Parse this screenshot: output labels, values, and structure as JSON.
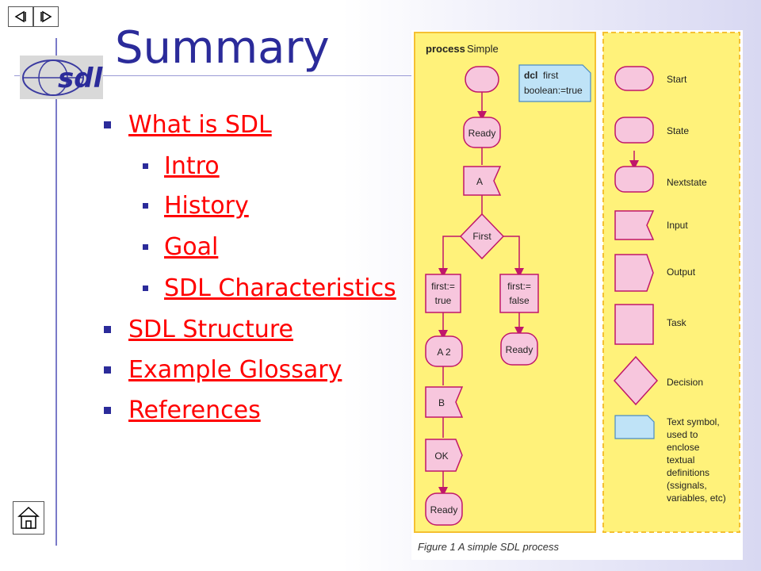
{
  "slide": {
    "title": "Summary",
    "logo_text": "sdl"
  },
  "nav": {
    "prev_icon": "arrow-left-icon",
    "next_icon": "arrow-right-icon",
    "home_icon": "home-icon"
  },
  "summary_items": [
    {
      "label": "What is SDL",
      "level": 1
    },
    {
      "label": "Intro",
      "level": 2
    },
    {
      "label": "History",
      "level": 2
    },
    {
      "label": "Goal",
      "level": 2
    },
    {
      "label": "SDL Characteristics",
      "level": 2
    },
    {
      "label": "SDL Structure",
      "level": 1
    },
    {
      "label": "Example Glossary",
      "level": 1
    },
    {
      "label": "References",
      "level": 1
    }
  ],
  "figure": {
    "process_keyword": "process",
    "process_name": "Simple",
    "dcl_keyword": "dcl",
    "dcl_var": "first",
    "dcl_type": "boolean:=true",
    "flow": {
      "ready": "Ready",
      "input_a": "A",
      "decision": "First",
      "task_true_l1": "first:=",
      "task_true_l2": "true",
      "task_false_l1": "first:=",
      "task_false_l2": "false",
      "ready_right": "Ready",
      "state_a2": "A 2",
      "input_b": "B",
      "output_ok": "OK",
      "ready_bottom": "Ready"
    },
    "legend": [
      "Start",
      "State",
      "Nextstate",
      "Input",
      "Output",
      "Task",
      "Decision"
    ],
    "text_symbol_lines": [
      "Text symbol,",
      "used to",
      "enclose",
      "textual",
      "definitions",
      "(ssignals,",
      "variables, etc)"
    ],
    "caption": "Figure 1 A simple SDL process",
    "colors": {
      "panel": "#fff27a",
      "panel_border": "#f5c032",
      "shape_fill": "#f7c6dd",
      "shape_stroke": "#c0176a",
      "text_symbol_fill": "#bfe3f7",
      "link": "#ff0000",
      "accent": "#2b2b9a"
    }
  }
}
